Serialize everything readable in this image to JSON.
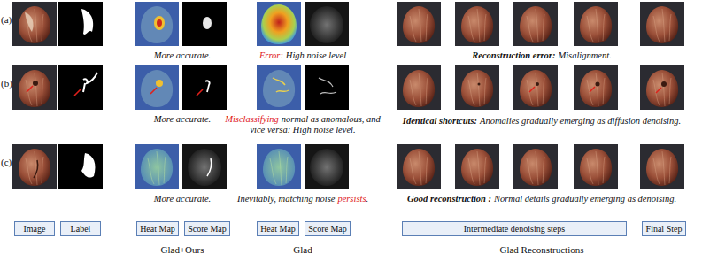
{
  "diagram": {
    "nodes": [
      {
        "text": [
          "Image"
        ]
      },
      {
        "text": [
          "Label"
        ]
      },
      {
        "text": [
          "Heat Map"
        ]
      },
      {
        "text": [
          "Score Map"
        ]
      },
      {
        "text": [
          "Heat Map"
        ]
      },
      {
        "text": [
          "Score Map"
        ]
      },
      {
        "text": [
          "Intermediate denoising steps"
        ]
      },
      {
        "text": [
          "Final Step"
        ]
      }
    ],
    "labels": [
      "(a)",
      "More accurate.",
      "Error:",
      "High noise level",
      "Reconstruction error:",
      "Misalignment.",
      "(b)",
      "More accurate.",
      "Misclassifying",
      "normal as anomalous, and vice versa: High noise level.",
      "Identical shortcuts:",
      "Anomalies gradually emerging as diffusion denoising.",
      "(c)",
      "More accurate.",
      "Inevitably, matching noise",
      "persists",
      ".",
      "Good reconstruction :",
      "Normal details gradually emerging as denoising.",
      "Glad+Ours",
      "Glad",
      "Glad Reconstructions"
    ]
  }
}
